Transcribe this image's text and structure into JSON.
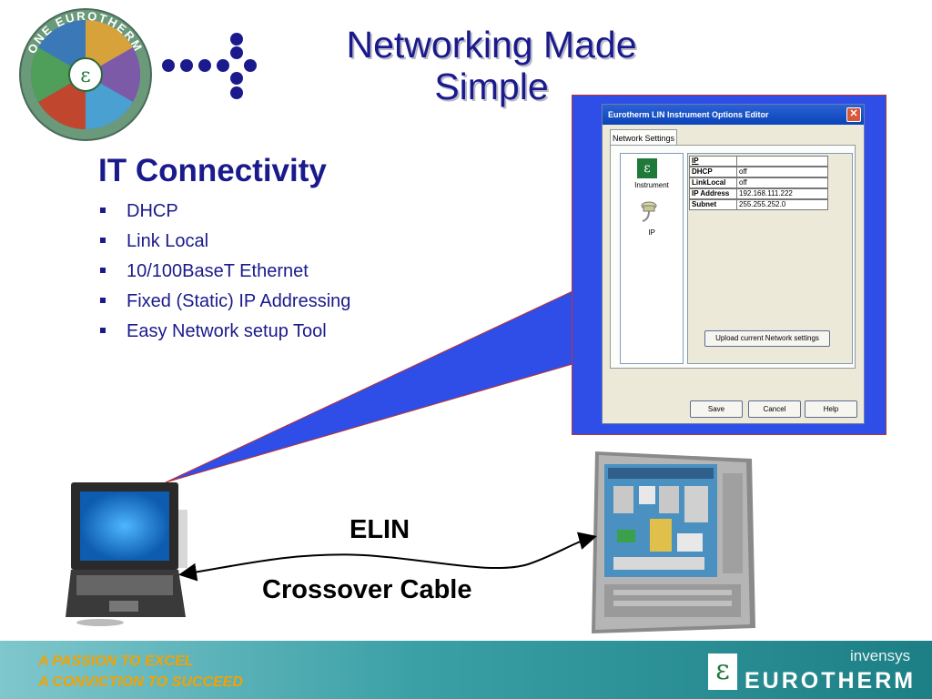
{
  "slide": {
    "title": "Networking Made Simple",
    "heading": "IT Connectivity",
    "bullets": [
      "DHCP",
      "Link Local",
      "10/100BaseT Ethernet",
      "Fixed (Static) IP Addressing",
      "Easy Network setup Tool"
    ]
  },
  "dialog": {
    "title": "Eurotherm LIN Instrument Options Editor",
    "close_glyph": "✕",
    "tab": "Network Settings",
    "list_items": [
      {
        "label": "Instrument",
        "icon": "eurotherm-epsilon-icon",
        "glyph": "ε"
      },
      {
        "label": "IP",
        "icon": "network-plug-icon"
      }
    ],
    "grid_header": "IP",
    "grid_rows": [
      {
        "name": "DHCP",
        "value": "off"
      },
      {
        "name": "LinkLocal",
        "value": "off"
      },
      {
        "name": "IP Address",
        "value": "192.168.111.222"
      },
      {
        "name": "Subnet",
        "value": "255.255.252.0"
      }
    ],
    "upload_button": "Upload current Network settings",
    "save_button": "Save",
    "cancel_button": "Cancel",
    "help_button": "Help"
  },
  "diagram": {
    "link_label": "ELIN",
    "cable_label": "Crossover Cable"
  },
  "footer": {
    "tagline_1": "A PASSION TO EXCEL",
    "tagline_2": "A CONVICTION TO SUCCEED",
    "company": "invensys",
    "brand": "EUROTHERM",
    "brand_glyph": "ε"
  },
  "logo": {
    "ring_text": "ONE EUROTHERM",
    "center_glyph": "ε"
  },
  "colors": {
    "title_blue": "#1a1a8c",
    "callout_blue": "#2f4ee8",
    "footer_teal": "#1c7f85",
    "tagline_orange": "#f5a100",
    "brand_green": "#1f7a3a"
  }
}
